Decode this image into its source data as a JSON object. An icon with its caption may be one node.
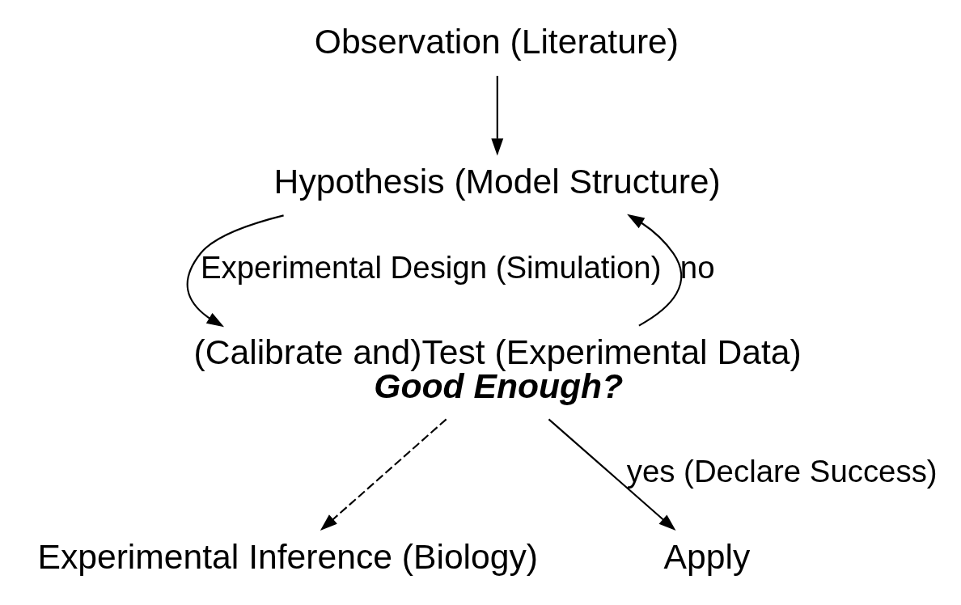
{
  "diagram": {
    "nodes": [
      {
        "text": [
          "Observation (Literature)"
        ]
      },
      {
        "text": [
          "Hypothesis (Model Structure)"
        ]
      },
      {
        "text": [
          "Experimental Inference (Biology)"
        ]
      },
      {
        "text": [
          "(Calibrate and)Test (Experimental Data)",
          "Good Enough?"
        ]
      },
      {
        "text": [
          "Apply"
        ]
      }
    ],
    "edges": [
      {
        "from": 0,
        "to": 1,
        "arrow": "to"
      },
      {
        "from": 1,
        "to": 3,
        "arrow": "to",
        "label": "Experimental Design (Simulation)"
      },
      {
        "from": 3,
        "to": 1,
        "arrow": "to",
        "label": "no"
      },
      {
        "from": 3,
        "to": 4,
        "arrow": "to",
        "label": "yes (Declare Success)"
      },
      {
        "from": 3,
        "to": 2,
        "arrow": "to",
        "style": "dashed"
      }
    ]
  }
}
